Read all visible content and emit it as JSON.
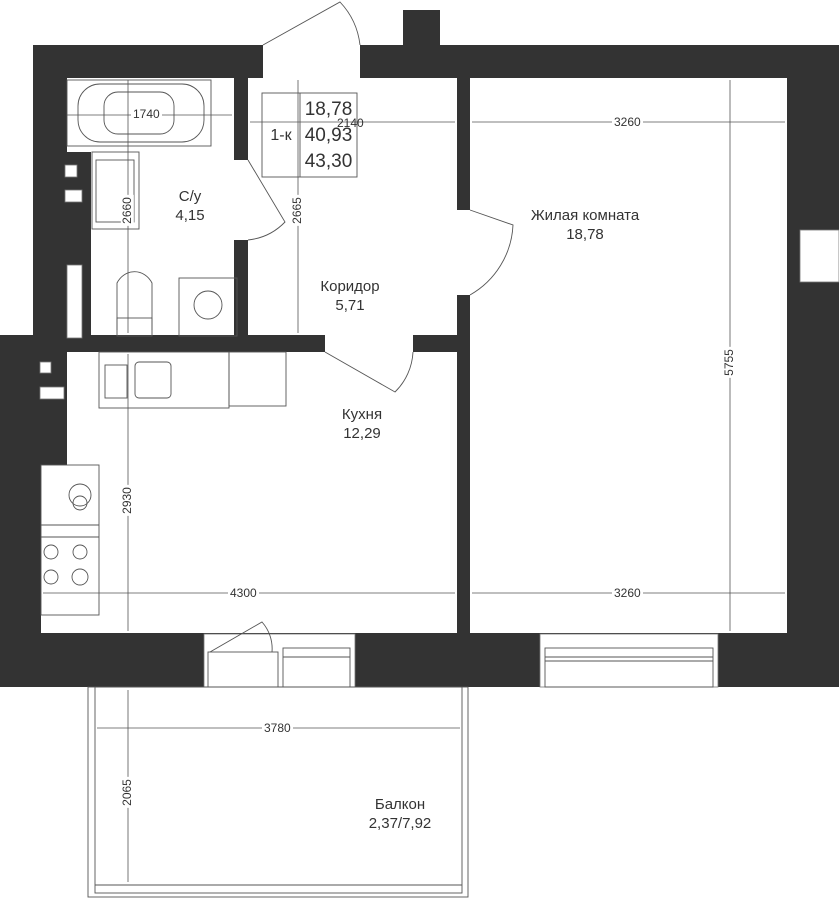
{
  "colors": {
    "wall": "#333333",
    "line": "#555555",
    "background": "#ffffff"
  },
  "summary": {
    "type": "1-к",
    "living_area": "18,78",
    "total_area": "40,93",
    "total_with_balcony": "43,30"
  },
  "rooms": [
    {
      "name": "С/у",
      "area": "4,15"
    },
    {
      "name": "Коридор",
      "area": "5,71"
    },
    {
      "name": "Жилая комната",
      "area": "18,78"
    },
    {
      "name": "Кухня",
      "area": "12,29"
    },
    {
      "name": "Балкон",
      "area": "2,37/7,92"
    }
  ],
  "dimensions": {
    "bath_width": "1740",
    "bath_height": "2660",
    "corridor_width": "2140",
    "corridor_height": "2665",
    "living_width_top": "3260",
    "living_height": "5755",
    "kitchen_height": "2930",
    "kitchen_width": "4300",
    "living_width_bottom": "3260",
    "balcony_width": "3780",
    "balcony_height": "2065"
  }
}
